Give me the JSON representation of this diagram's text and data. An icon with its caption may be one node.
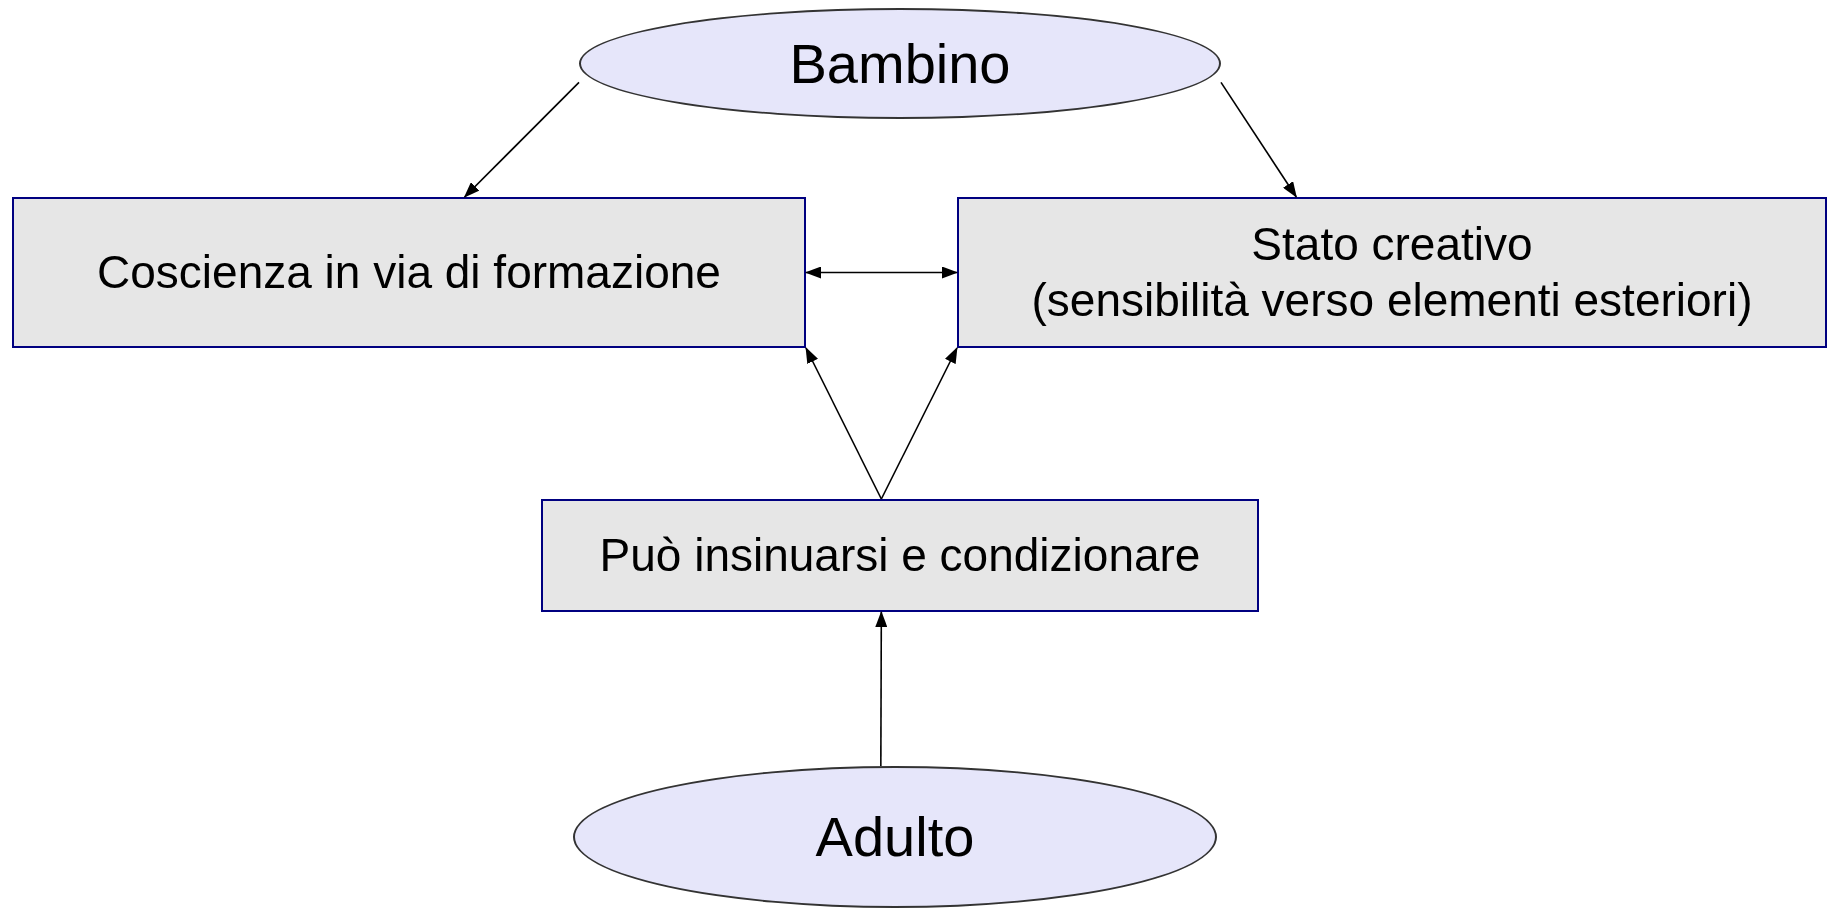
{
  "diagram": {
    "nodes": [
      {
        "text": [
          "Bambino"
        ]
      },
      {
        "text": [
          "Coscienza in via di formazione"
        ]
      },
      {
        "text": [
          "Stato creativo",
          "(sensibilità verso elementi esteriori)"
        ]
      },
      {
        "text": [
          "Può insinuarsi e condizionare"
        ]
      },
      {
        "text": [
          "Adulto"
        ]
      }
    ],
    "edges": [
      {
        "from": 0,
        "to": 1,
        "arrow": "to"
      },
      {
        "from": 0,
        "to": 2,
        "arrow": "to"
      },
      {
        "from": 1,
        "to": 2,
        "arrow": "both"
      },
      {
        "from": 3,
        "to": 1,
        "arrow": "to"
      },
      {
        "from": 3,
        "to": 2,
        "arrow": "to"
      },
      {
        "from": 4,
        "to": 3,
        "arrow": "to"
      }
    ]
  }
}
